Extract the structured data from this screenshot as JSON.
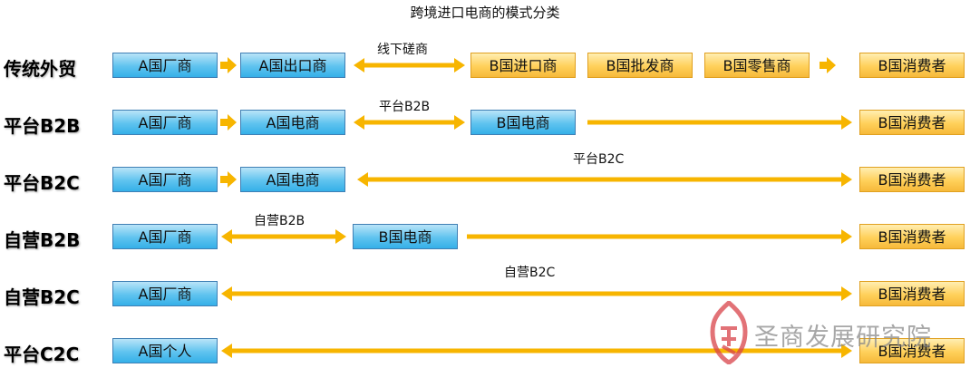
{
  "title": "跨境进口电商的模式分类",
  "rows": [
    {
      "label": "传统外贸",
      "boxes": [
        "A国厂商",
        "A国出口商",
        "B国进口商",
        "B国批发商",
        "B国零售商",
        "B国消费者"
      ],
      "arrow_label": "线下磋商"
    },
    {
      "label": "平台B2B",
      "boxes": [
        "A国厂商",
        "A国电商",
        "B国电商",
        "B国消费者"
      ],
      "arrow_label": "平台B2B"
    },
    {
      "label": "平台B2C",
      "boxes": [
        "A国厂商",
        "A国电商",
        "B国消费者"
      ],
      "arrow_label": "平台B2C"
    },
    {
      "label": "自营B2B",
      "boxes": [
        "A国厂商",
        "B国电商",
        "B国消费者"
      ],
      "arrow_label": "自营B2B"
    },
    {
      "label": "自营B2C",
      "boxes": [
        "A国厂商",
        "B国消费者"
      ],
      "arrow_label": "自营B2C"
    },
    {
      "label": "平台C2C",
      "boxes": [
        "A国个人",
        "B国消费者"
      ]
    }
  ],
  "watermark": {
    "text": "圣商发展研究院",
    "icon": "shengshang-logo-icon"
  },
  "colors": {
    "blue_box": "#5fc3ef",
    "orange_box": "#ffd05a",
    "arrow": "#f7b500",
    "watermark": "#d9434a"
  }
}
